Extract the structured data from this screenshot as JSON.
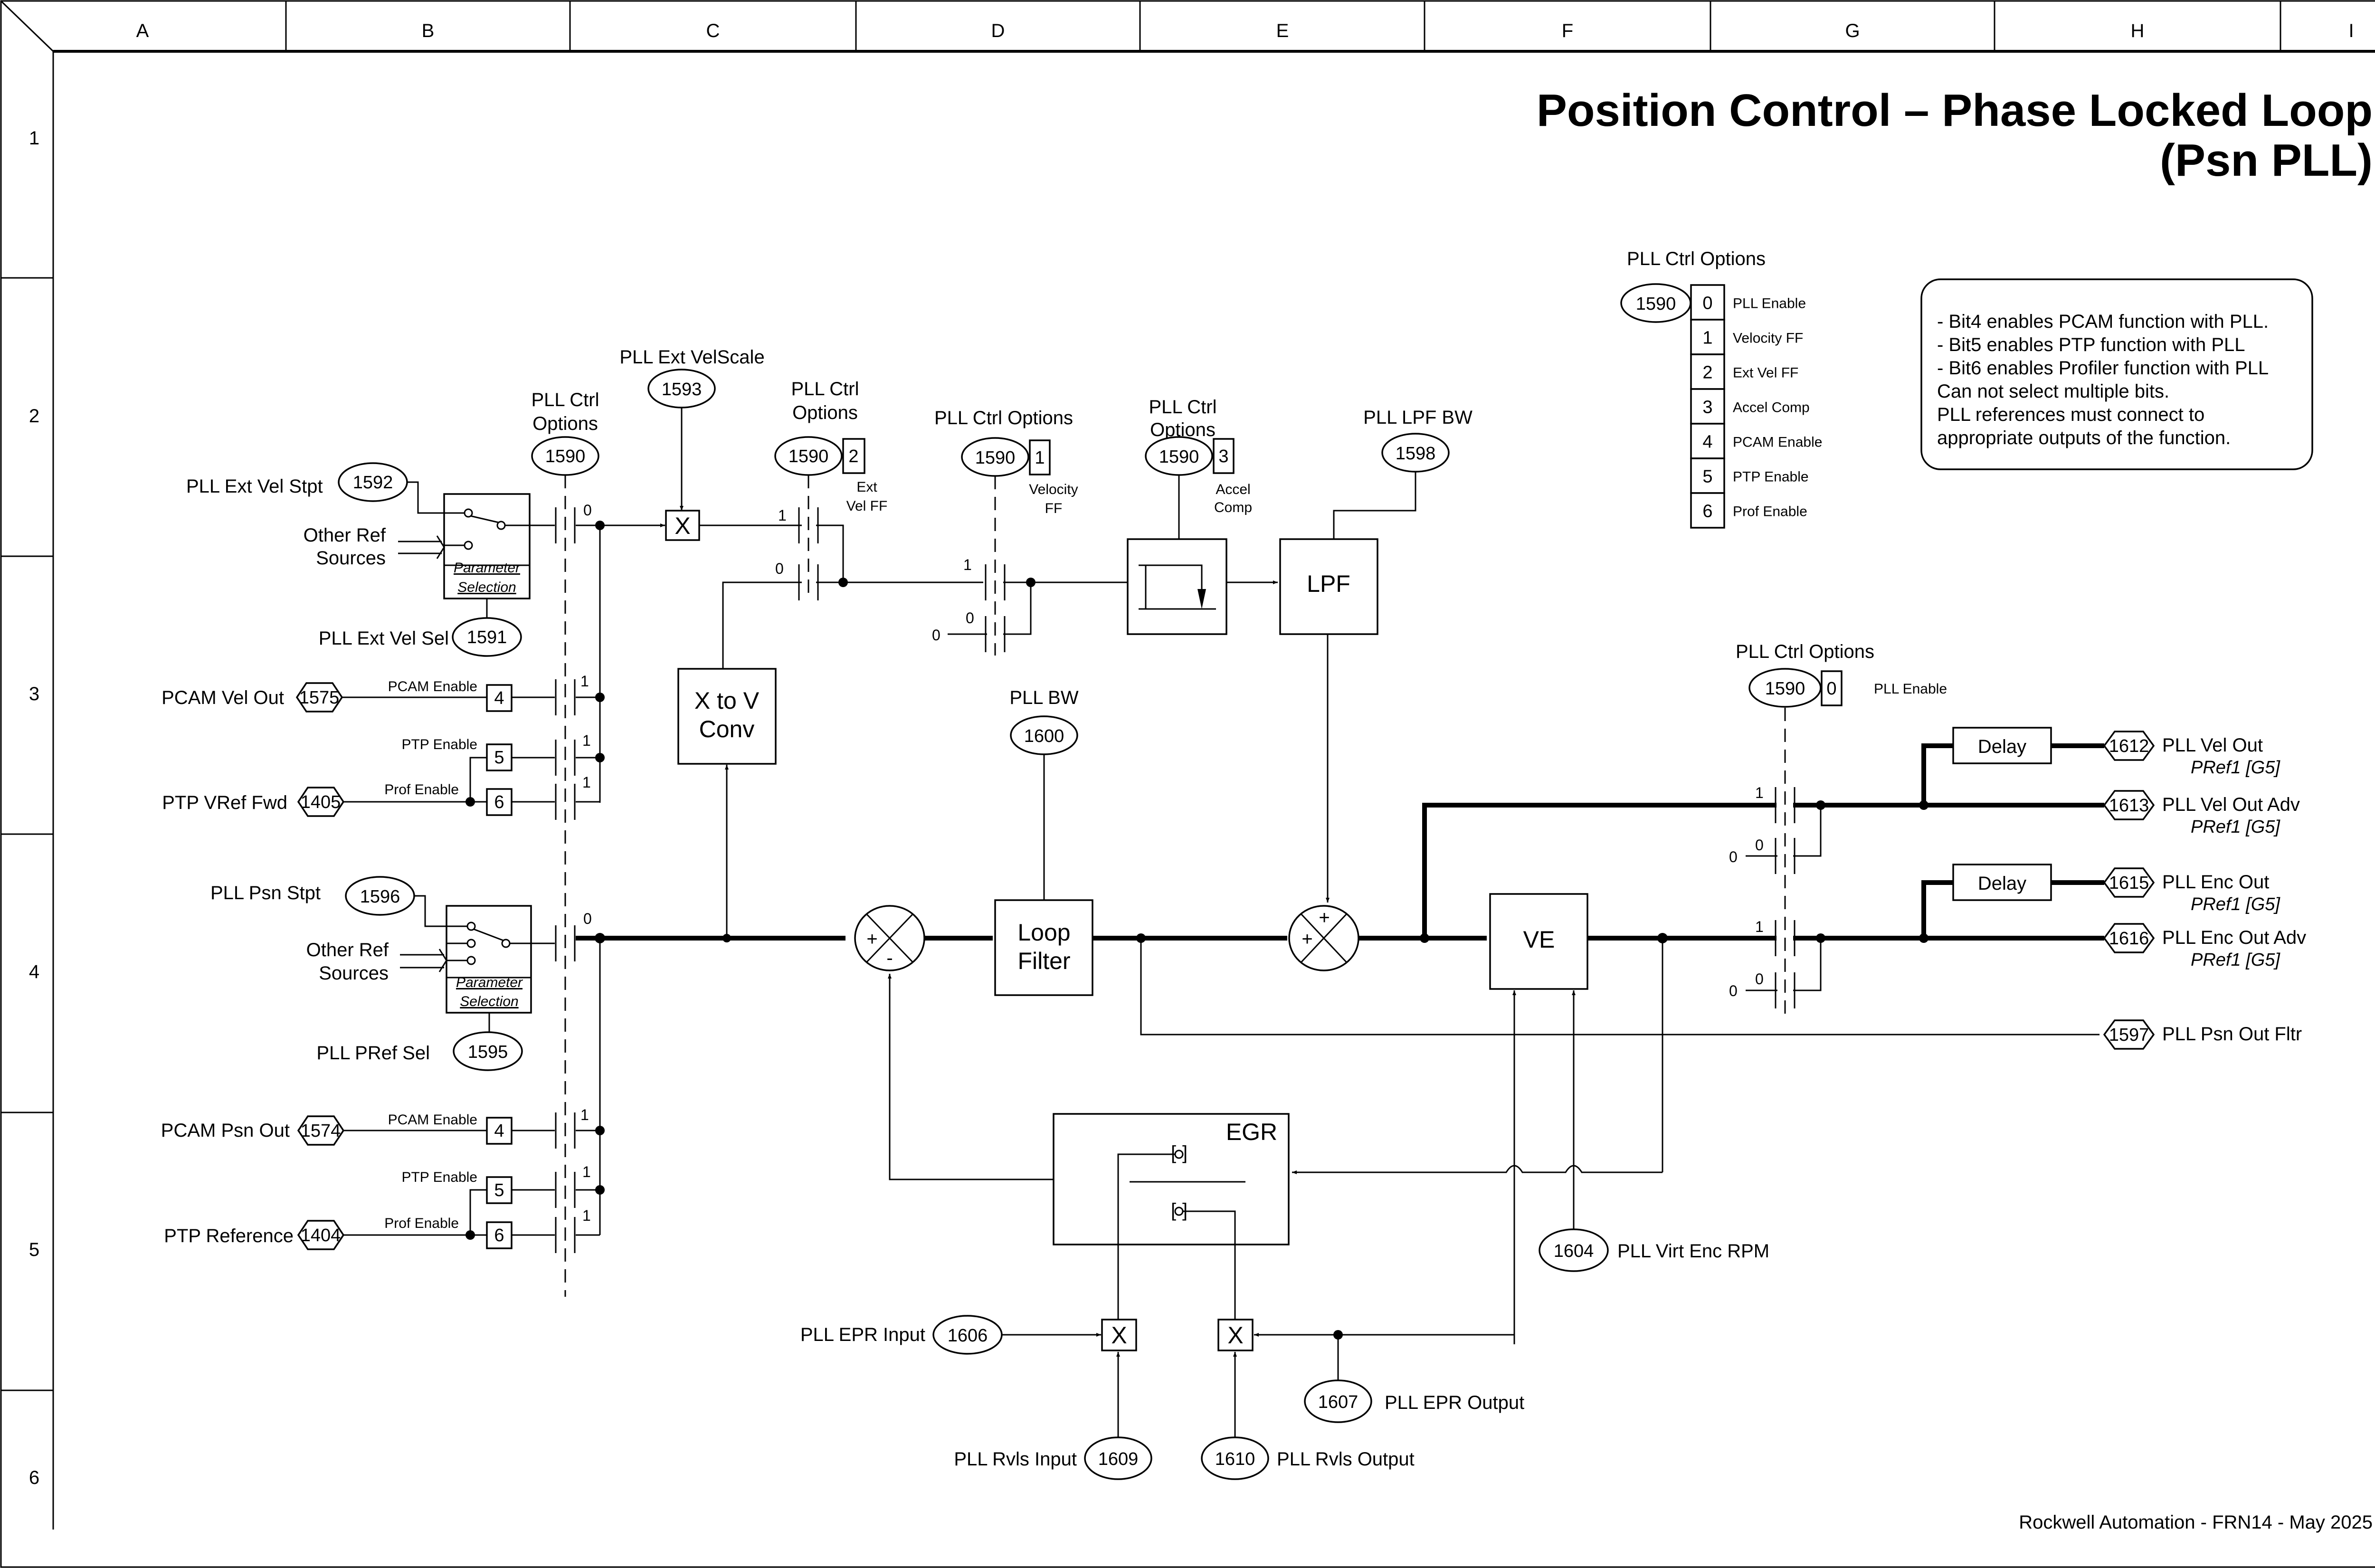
{
  "title": {
    "line1": "Position Control – Phase Locked Loop",
    "line2": "(Psn PLL)"
  },
  "footer": "Rockwell Automation - FRN14 - May 2025",
  "grid": {
    "columns": [
      "A",
      "B",
      "C",
      "D",
      "E",
      "F",
      "G",
      "H",
      "I"
    ],
    "rows": [
      "1",
      "2",
      "3",
      "4",
      "5",
      "6"
    ]
  },
  "ctrl_options_legend": {
    "title": "PLL Ctrl Options",
    "param": "1590",
    "bits": [
      {
        "bit": "0",
        "label": "PLL Enable"
      },
      {
        "bit": "1",
        "label": "Velocity FF"
      },
      {
        "bit": "2",
        "label": "Ext Vel FF"
      },
      {
        "bit": "3",
        "label": "Accel Comp"
      },
      {
        "bit": "4",
        "label": "PCAM Enable"
      },
      {
        "bit": "5",
        "label": "PTP Enable"
      },
      {
        "bit": "6",
        "label": "Prof Enable"
      }
    ]
  },
  "note": {
    "lines": [
      "- Bit4 enables PCAM function with PLL.",
      "- Bit5 enables PTP function with PLL",
      "- Bit6 enables Profiler function with PLL",
      "Can not select multiple bits.",
      "PLL references must connect to",
      "appropriate outputs of the function."
    ]
  },
  "velocity_path": {
    "ext_vel_stpt": {
      "label": "PLL Ext Vel Stpt",
      "param": "1592"
    },
    "other_ref": {
      "line1": "Other Ref",
      "line2": "Sources"
    },
    "param_sel": {
      "line1": "Parameter",
      "line2": "Selection"
    },
    "ext_vel_sel": {
      "label": "PLL Ext Vel Sel",
      "param": "1591"
    },
    "ctrl_opts_sw": {
      "line1": "PLL Ctrl",
      "line2": "Options",
      "param": "1590",
      "state0": "0",
      "state1": "1"
    },
    "vel_scale": {
      "label": "PLL Ext VelScale",
      "param": "1593"
    },
    "multiply": "X",
    "ext_vel_ff_sw": {
      "line1": "PLL Ctrl",
      "line2": "Options",
      "param": "1590",
      "bit": "2",
      "bit_line1": "Ext",
      "bit_line2": "Vel FF",
      "state1": "1",
      "state0": "0"
    },
    "vel_ff_sw": {
      "title": "PLL Ctrl Options",
      "param": "1590",
      "bit": "1",
      "bit_line1": "Velocity",
      "bit_line2": "FF",
      "state1": "1",
      "state0": "0",
      "zero_in": "0"
    },
    "accel_comp": {
      "line1": "PLL Ctrl",
      "line2": "Options",
      "param": "1590",
      "bit": "3",
      "bit_line1": "Accel",
      "bit_line2": "Comp"
    },
    "lpf_bw": {
      "label": "PLL LPF BW",
      "param": "1598"
    },
    "lpf": "LPF",
    "pcam_vel_out": {
      "label": "PCAM Vel Out",
      "param": "1575",
      "enable": "PCAM Enable",
      "bit": "4"
    },
    "ptp": {
      "enable": "PTP Enable",
      "bit": "5"
    },
    "ptp_vref_fwd": {
      "label": "PTP VRef Fwd",
      "param": "1405",
      "enable": "Prof Enable",
      "bit": "6"
    },
    "x_to_v": {
      "line1": "X to V",
      "line2": "Conv"
    }
  },
  "position_path": {
    "psn_stpt": {
      "label": "PLL Psn Stpt",
      "param": "1596"
    },
    "other_ref": {
      "line1": "Other Ref",
      "line2": "Sources"
    },
    "param_sel": {
      "line1": "Parameter",
      "line2": "Selection"
    },
    "pref_sel": {
      "label": "PLL PRef Sel",
      "param": "1595"
    },
    "pcam_psn_out": {
      "label": "PCAM Psn Out",
      "param": "1574",
      "enable": "PCAM Enable",
      "bit": "4"
    },
    "ptp": {
      "enable": "PTP Enable",
      "bit": "5"
    },
    "ptp_reference": {
      "label": "PTP Reference",
      "param": "1404",
      "enable": "Prof Enable",
      "bit": "6"
    },
    "state0": "0",
    "state1": "1"
  },
  "loop": {
    "sum1": {
      "plus": "+",
      "minus": "-"
    },
    "pll_bw": {
      "label": "PLL BW",
      "param": "1600"
    },
    "loop_filter": {
      "line1": "Loop",
      "line2": "Filter"
    },
    "sum2": {
      "plus": "+"
    },
    "ve": "VE",
    "egr": "EGR",
    "virt_enc_rpm": {
      "label": "PLL Virt Enc RPM",
      "param": "1604"
    },
    "epr_input": {
      "label": "PLL EPR Input",
      "param": "1606"
    },
    "epr_output": {
      "label": "PLL EPR Output",
      "param": "1607"
    },
    "rvls_input": {
      "label": "PLL Rvls Input",
      "param": "1609"
    },
    "rvls_output": {
      "label": "PLL Rvls Output",
      "param": "1610"
    },
    "multiply": "X"
  },
  "output_switch": {
    "title": "PLL Ctrl Options",
    "param": "1590",
    "bit": "0",
    "bit_label": "PLL Enable",
    "state1": "1",
    "state0": "0",
    "zero_in": "0"
  },
  "outputs": [
    {
      "param": "1612",
      "label": "PLL Vel Out",
      "sub": "PRef1 [G5]"
    },
    {
      "param": "1613",
      "label": "PLL Vel Out Adv",
      "sub": "PRef1 [G5]"
    },
    {
      "param": "1615",
      "label": "PLL Enc Out",
      "sub": "PRef1 [G5]"
    },
    {
      "param": "1616",
      "label": "PLL Enc Out Adv",
      "sub": "PRef1 [G5]"
    },
    {
      "param": "1597",
      "label": "PLL Psn Out Fltr"
    }
  ],
  "delay": "Delay"
}
